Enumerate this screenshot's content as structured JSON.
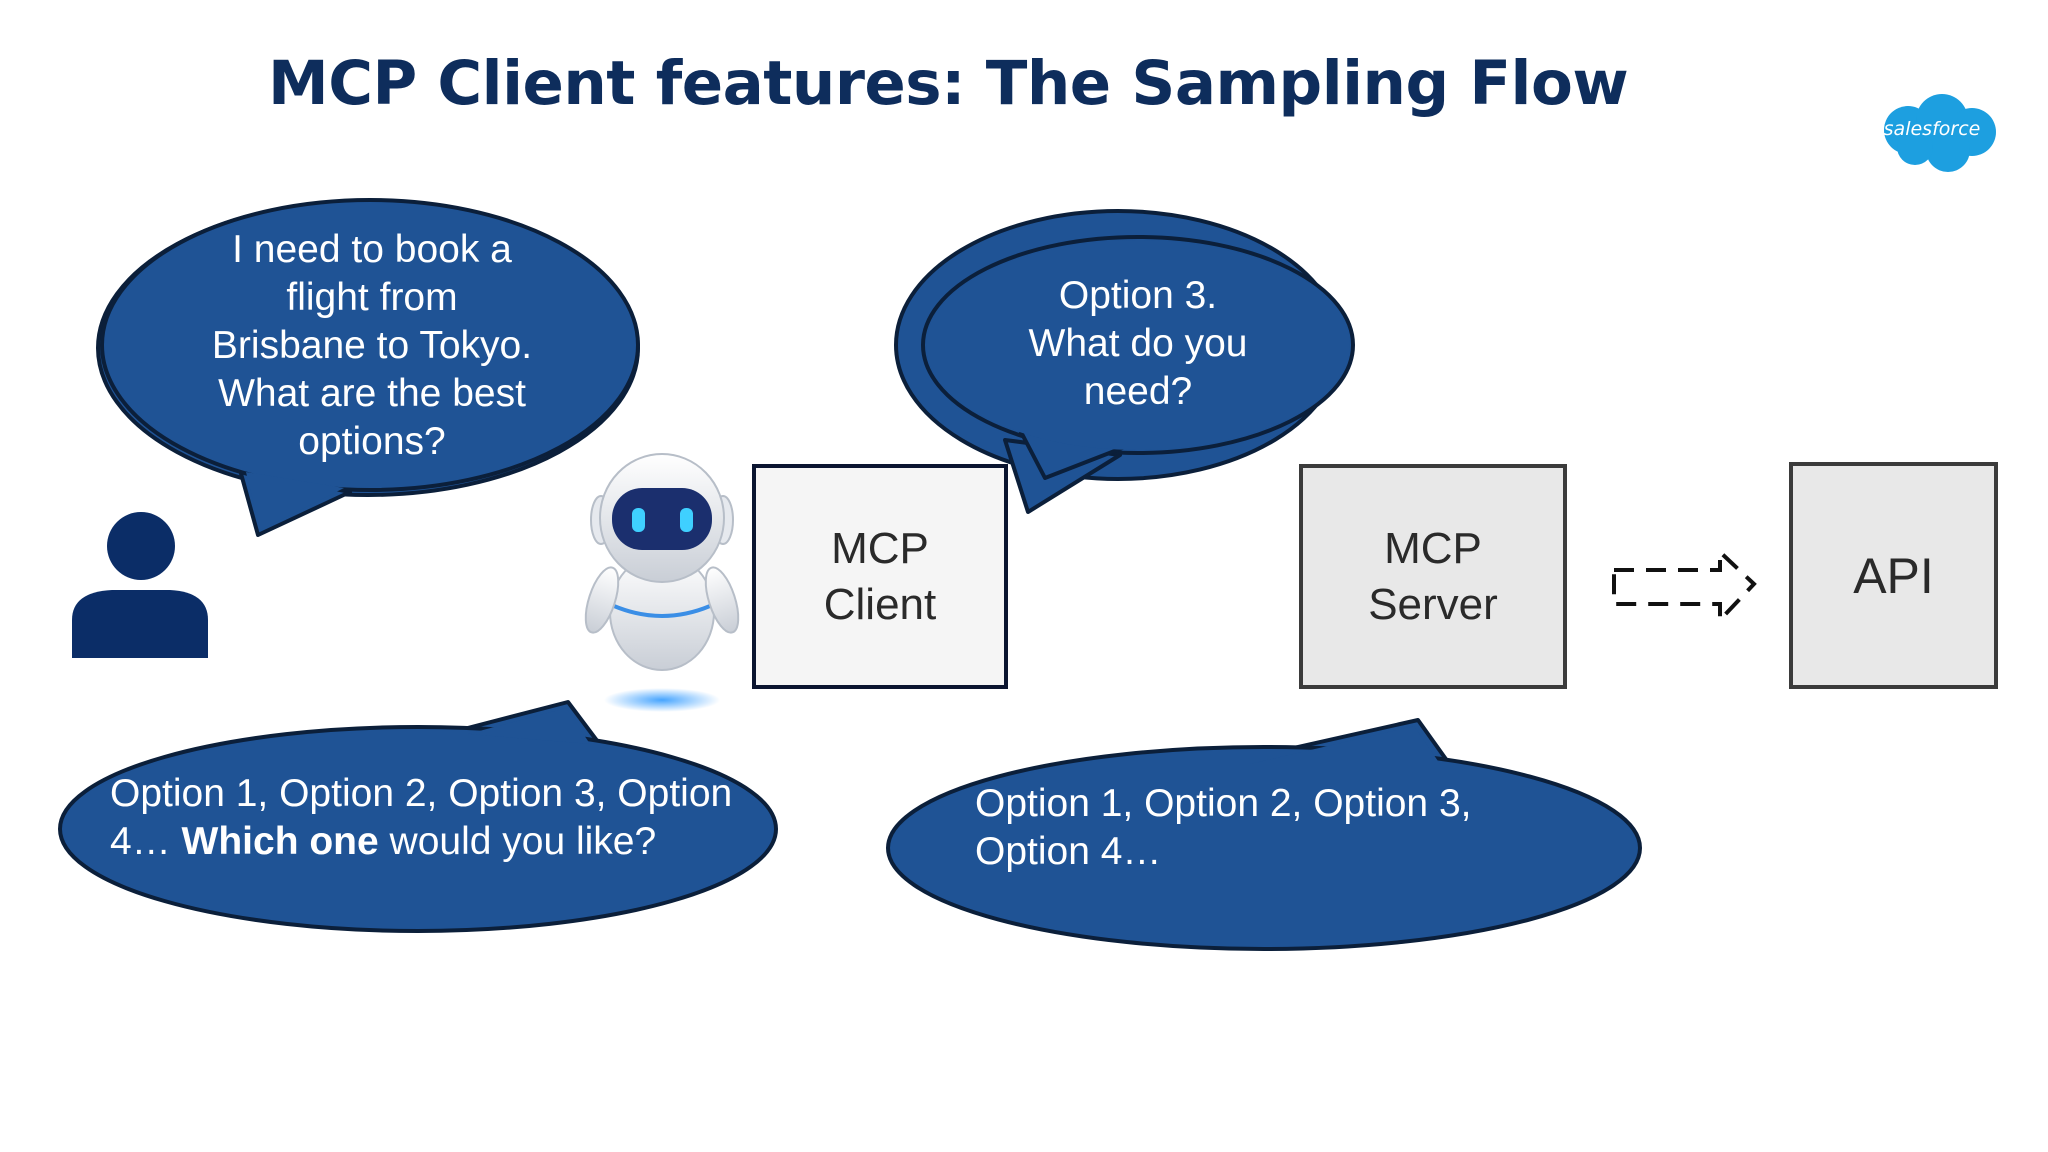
{
  "title": "MCP Client features: The Sampling Flow",
  "logo": {
    "text": "salesforce",
    "color": "#1d9fe0"
  },
  "colors": {
    "bubble_fill": "#1f5395",
    "bubble_stroke": "#0b1f3a",
    "user_icon": "#0b2d67",
    "box_border": "#1a1a1a"
  },
  "bubbles": {
    "user_request": {
      "lines": [
        "I need to book a",
        "flight from",
        "Brisbane to Tokyo.",
        "What are the best",
        "options?"
      ]
    },
    "sampling_reply": {
      "lines": [
        "Option 3.",
        "What do you",
        "need?"
      ]
    },
    "client_answer": {
      "line1": "Option 1, Option 2, Option 3, Option",
      "line2_prefix": "4… ",
      "line2_bold": "Which one",
      "line2_suffix": " would you like?"
    },
    "server_answer": {
      "lines": [
        "Option 1, Option 2, Option 3,",
        "Option 4…"
      ]
    }
  },
  "boxes": {
    "mcp_client": {
      "lines": [
        "MCP",
        "Client"
      ],
      "fill": "#f5f5f5"
    },
    "mcp_server": {
      "lines": [
        "MCP",
        "Server"
      ],
      "fill": "#e8e8e8"
    },
    "api": {
      "lines": [
        "API"
      ],
      "fill": "#e8e8e8"
    }
  },
  "icons": {
    "user": "user-silhouette-icon",
    "robot": "robot-assistant-icon",
    "arrow": "dashed-arrow-right-icon"
  }
}
